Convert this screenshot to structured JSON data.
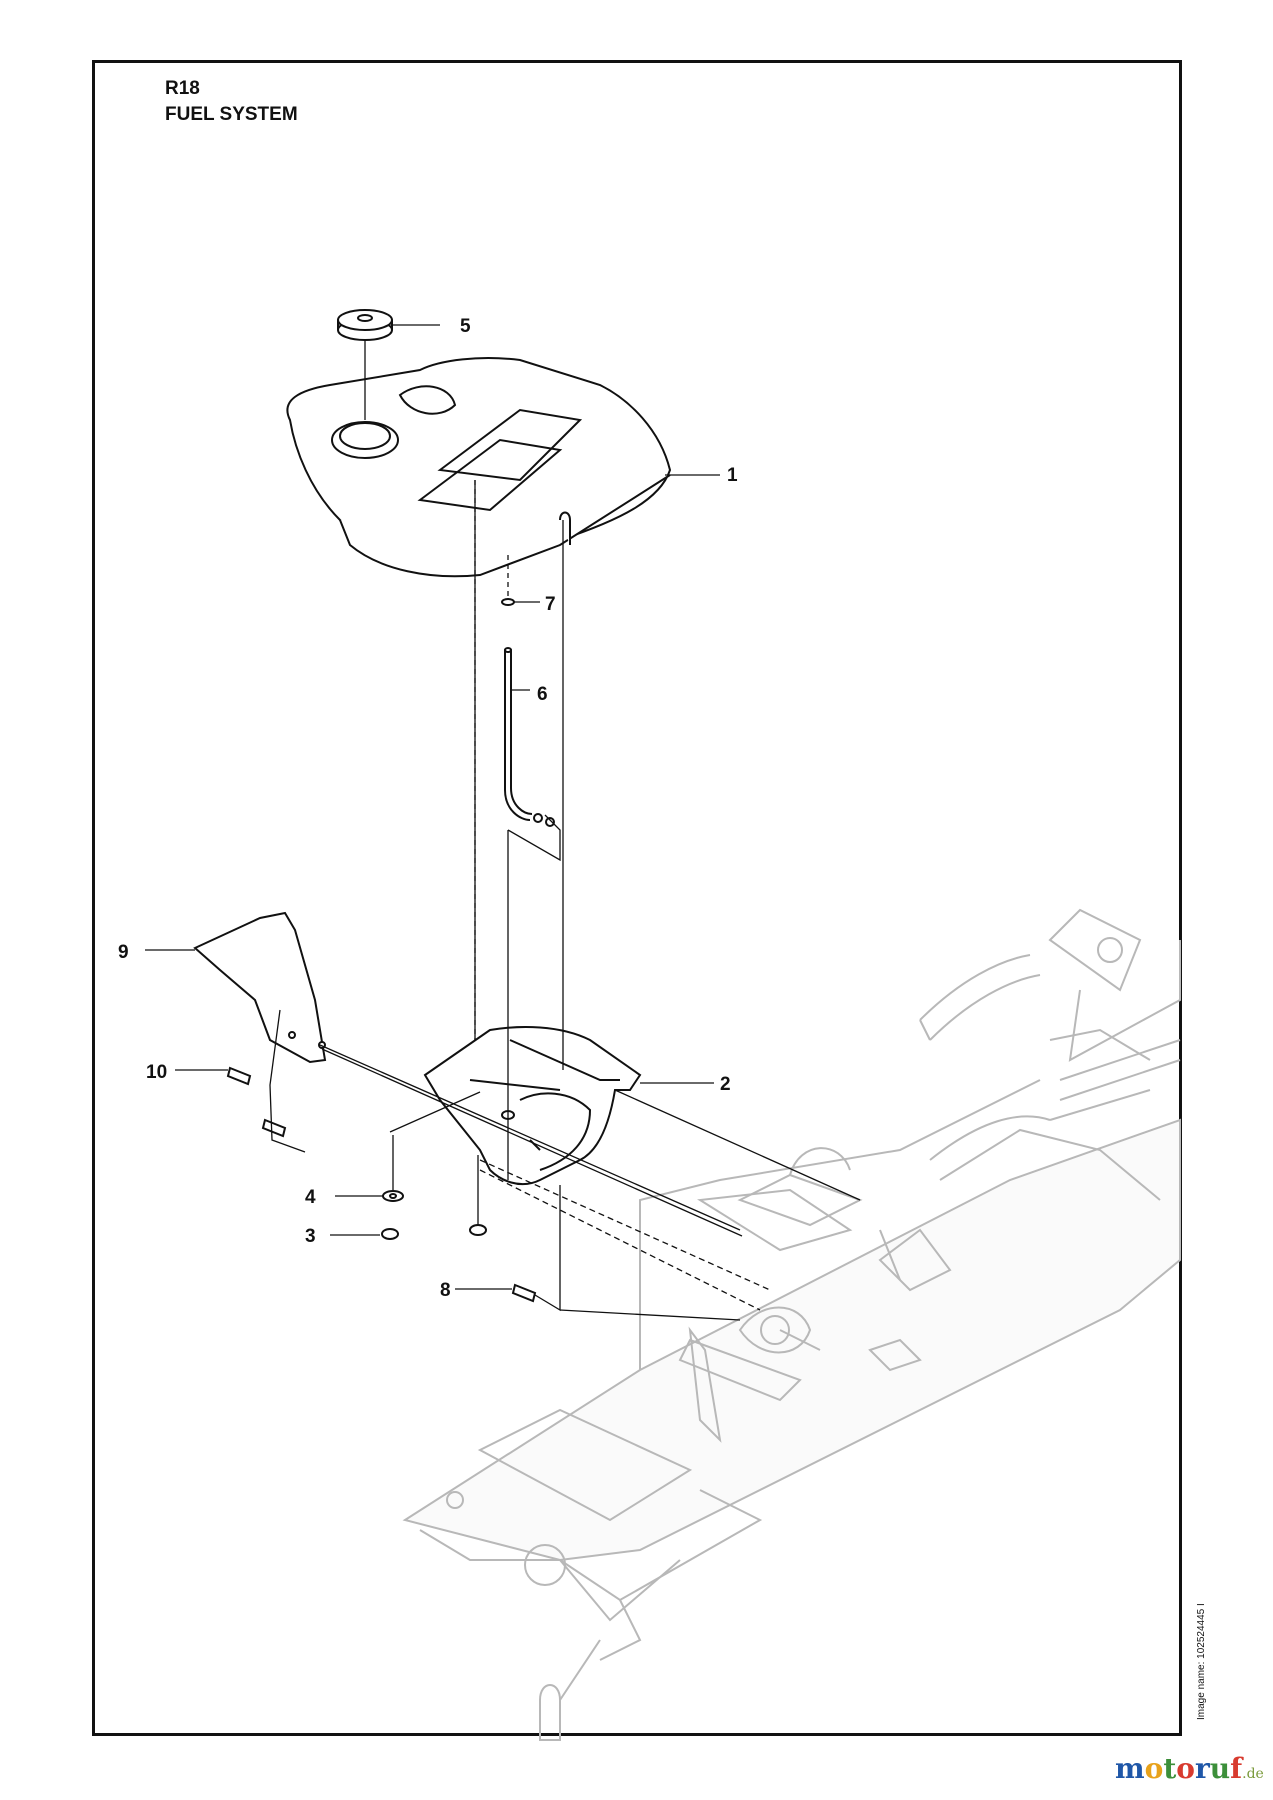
{
  "header": {
    "model": "R18",
    "section": "FUEL SYSTEM"
  },
  "callouts": [
    {
      "id": "c1",
      "label": "1"
    },
    {
      "id": "c2",
      "label": "2"
    },
    {
      "id": "c3",
      "label": "3"
    },
    {
      "id": "c4",
      "label": "4"
    },
    {
      "id": "c5",
      "label": "5"
    },
    {
      "id": "c6",
      "label": "6"
    },
    {
      "id": "c7",
      "label": "7"
    },
    {
      "id": "c8",
      "label": "8"
    },
    {
      "id": "c9",
      "label": "9"
    },
    {
      "id": "c10",
      "label": "10"
    }
  ],
  "image_name": "Image name: 102524445 I",
  "watermark": {
    "letters": [
      "m",
      "o",
      "t",
      "o",
      "r",
      "u",
      "f"
    ],
    "colors": [
      "#1f57a8",
      "#e8a21b",
      "#3c8f3a",
      "#d83b2f",
      "#1f57a8",
      "#3c8f3a",
      "#d83b2f"
    ],
    "suffix": ".de"
  }
}
